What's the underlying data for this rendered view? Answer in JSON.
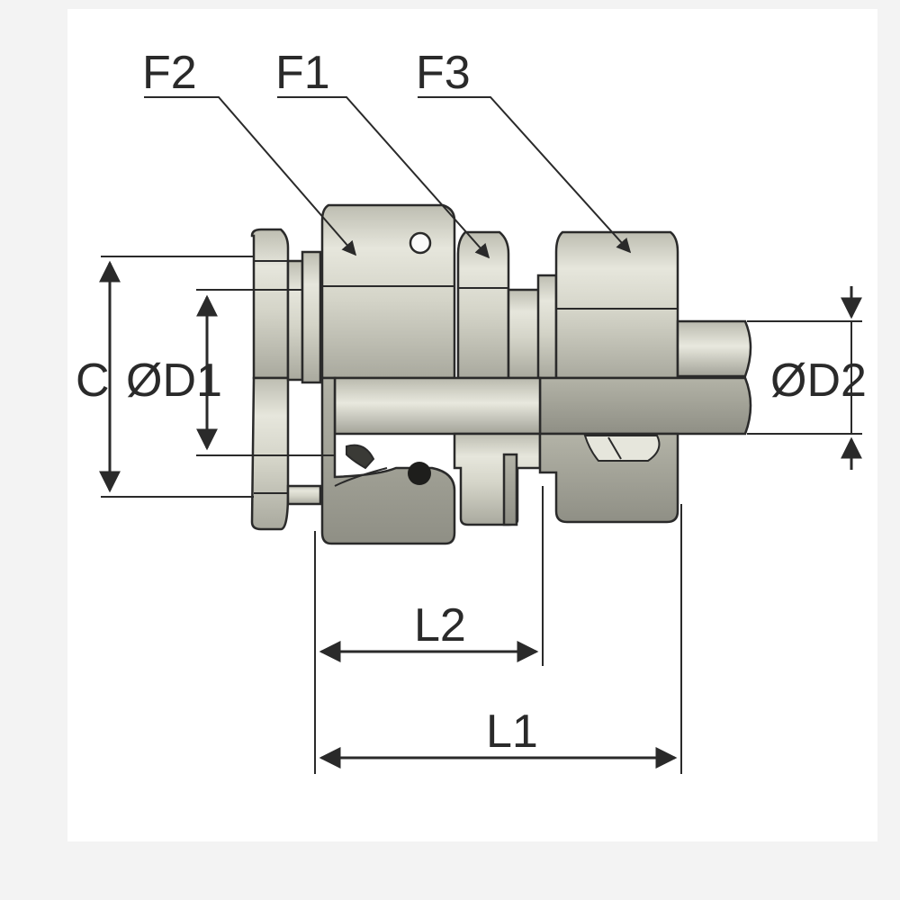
{
  "labels": {
    "f1": "F1",
    "f2": "F2",
    "f3": "F3",
    "c": "C",
    "d1": "ØD1",
    "d2": "ØD2",
    "l1": "L1",
    "l2": "L2"
  },
  "colors": {
    "background": "#f3f3f3",
    "panel": "#ffffff",
    "metal_light": "#e4e4da",
    "metal_mid": "#c9c9bd",
    "metal_dark": "#9d9d92",
    "line": "#2a2a2a"
  }
}
